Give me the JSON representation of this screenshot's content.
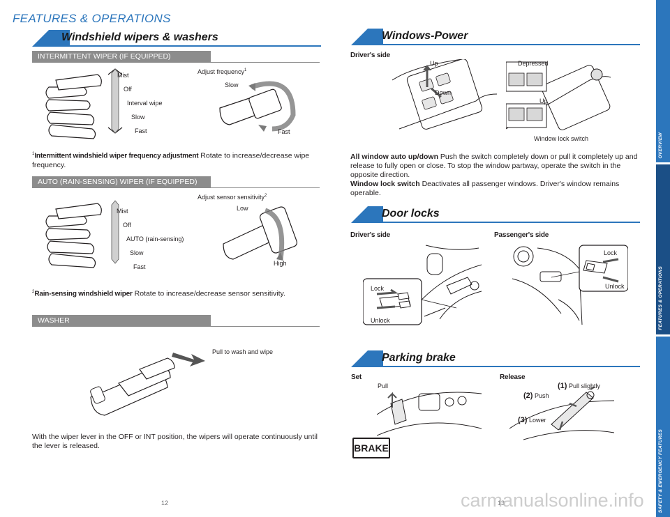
{
  "page_title": "FEATURES & OPERATIONS",
  "sections": {
    "wipers": {
      "title": "Windshield wipers & washers",
      "intermittent": {
        "heading": "INTERMITTENT WIPER (IF EQUIPPED)",
        "positions": [
          "Mist",
          "Off",
          "Interval wipe",
          "Slow",
          "Fast"
        ],
        "adjust_label": "Adjust frequency",
        "adjust_sup": "1",
        "slow": "Slow",
        "fast": "Fast",
        "footnote_num": "1",
        "footnote_bold": "Intermittent windshield wiper frequency adjustment",
        "footnote_text": " Rotate to increase/decrease wipe frequency."
      },
      "auto": {
        "heading": "AUTO (RAIN-SENSING) WIPER (IF EQUIPPED)",
        "positions": [
          "Mist",
          "Off",
          "AUTO (rain-sensing)",
          "Slow",
          "Fast"
        ],
        "adjust_label": "Adjust sensor sensitivity",
        "adjust_sup": "2",
        "low": "Low",
        "high": "High",
        "footnote_num": "2",
        "footnote_bold": "Rain-sensing windshield wiper",
        "footnote_text": " Rotate to increase/decrease sensor sensitivity."
      },
      "washer": {
        "heading": "WASHER",
        "pull_label": "Pull to wash and wipe",
        "note": "With the wiper lever in the OFF or INT position, the wipers will operate continuously until the lever is released."
      }
    },
    "windows": {
      "title": "Windows-Power",
      "drivers_side": "Driver's side",
      "up": "Up",
      "down": "Down",
      "depressed": "Depressed",
      "up2": "Up",
      "lock_switch": "Window lock switch",
      "p1_bold": "All window auto up/down",
      "p1_text": " Push the switch completely down or pull it completely up and release to fully open or close. To stop the window partway, operate the switch in the opposite direction.",
      "p2_bold": "Window lock switch",
      "p2_text": " Deactivates all passenger windows. Driver's window remains operable."
    },
    "doors": {
      "title": "Door locks",
      "drivers_side": "Driver's side",
      "passengers_side": "Passenger's side",
      "lock": "Lock",
      "unlock": "Unlock",
      "lock2": "Lock",
      "unlock2": "Unlock"
    },
    "brake": {
      "title": "Parking brake",
      "set": "Set",
      "release": "Release",
      "pull": "Pull",
      "step1_num": "(1)",
      "step1": " Pull slightly",
      "step2_num": "(2)",
      "step2": " Push",
      "step3_num": "(3)",
      "step3": " Lower",
      "indicator": "BRAKE"
    }
  },
  "side_tabs": [
    "OVERVIEW",
    "FEATURES & OPERATIONS",
    "SAFETY & EMERGENCY FEATURES"
  ],
  "page_numbers": {
    "left": "12",
    "right": "13"
  },
  "watermark": "carmanualsonline.info",
  "colors": {
    "accent": "#2c76bc",
    "dark_tab": "#1b4f86",
    "subheading": "#8c8c8c"
  }
}
